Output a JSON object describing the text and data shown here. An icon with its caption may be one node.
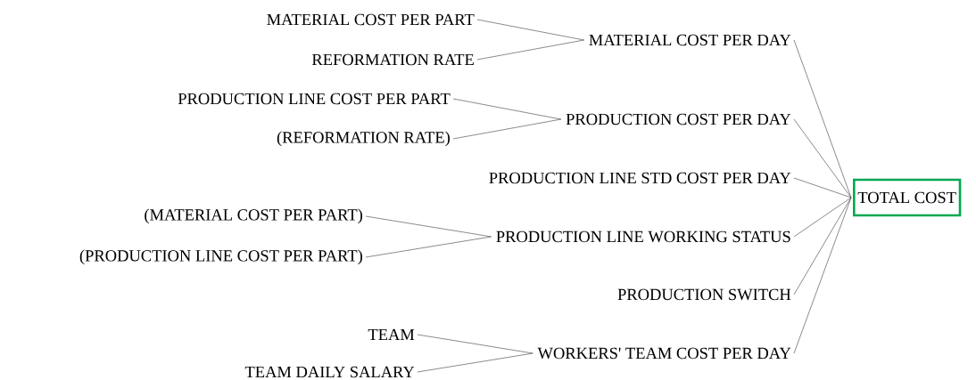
{
  "diagram": {
    "nodes": [
      {
        "text": [
          "MATERIAL COST PER PART"
        ]
      },
      {
        "text": [
          "REFORMATION RATE"
        ]
      },
      {
        "text": [
          "MATERIAL COST PER DAY"
        ]
      },
      {
        "text": [
          "PRODUCTION LINE COST PER PART"
        ]
      },
      {
        "text": [
          "(REFORMATION RATE)"
        ]
      },
      {
        "text": [
          "PRODUCTION COST PER DAY"
        ]
      },
      {
        "text": [
          "PRODUCTION LINE STD COST PER DAY"
        ]
      },
      {
        "text": [
          "(MATERIAL COST PER PART)"
        ]
      },
      {
        "text": [
          "(PRODUCTION LINE COST PER PART)"
        ]
      },
      {
        "text": [
          "PRODUCTION LINE WORKING STATUS"
        ]
      },
      {
        "text": [
          "PRODUCTION SWITCH"
        ]
      },
      {
        "text": [
          "TEAM"
        ]
      },
      {
        "text": [
          "TEAM DAILY SALARY"
        ]
      },
      {
        "text": [
          "WORKERS' TEAM COST PER DAY"
        ]
      },
      {
        "text": [
          "TOTAL COST"
        ]
      }
    ],
    "edges": [
      {
        "from": 0,
        "to": 2,
        "arrow": "none"
      },
      {
        "from": 1,
        "to": 2,
        "arrow": "none"
      },
      {
        "from": 3,
        "to": 5,
        "arrow": "none"
      },
      {
        "from": 4,
        "to": 5,
        "arrow": "none"
      },
      {
        "from": 7,
        "to": 9,
        "arrow": "none"
      },
      {
        "from": 8,
        "to": 9,
        "arrow": "none"
      },
      {
        "from": 11,
        "to": 13,
        "arrow": "none"
      },
      {
        "from": 12,
        "to": 13,
        "arrow": "none"
      },
      {
        "from": 2,
        "to": 14,
        "arrow": "none"
      },
      {
        "from": 5,
        "to": 14,
        "arrow": "none"
      },
      {
        "from": 6,
        "to": 14,
        "arrow": "none"
      },
      {
        "from": 9,
        "to": 14,
        "arrow": "none"
      },
      {
        "from": 10,
        "to": 14,
        "arrow": "none"
      },
      {
        "from": 13,
        "to": 14,
        "arrow": "none"
      }
    ]
  }
}
